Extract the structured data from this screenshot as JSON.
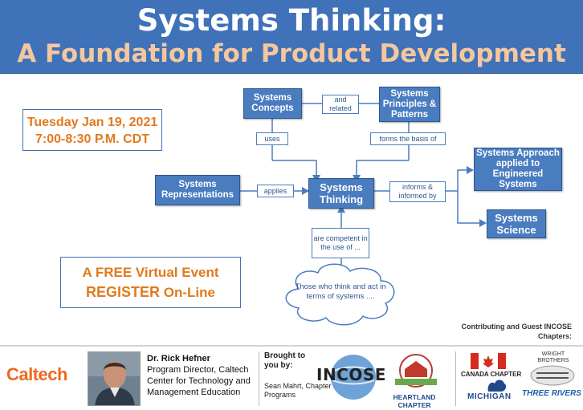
{
  "banner": {
    "title": "Systems Thinking:",
    "subtitle": "A Foundation for Product Development"
  },
  "date": {
    "line1": "Tuesday Jan 19, 2021",
    "line2": "7:00-8:30 P.M. CDT"
  },
  "event": {
    "line1": "A FREE Virtual Event",
    "line2_strong": "REGISTER",
    "line2_rest": " On-Line"
  },
  "diagram": {
    "nodes": {
      "concepts": "Systems Concepts",
      "principles": "Systems Principles & Patterns",
      "representations": "Systems Representations",
      "thinking": "Systems Thinking",
      "approach": "Systems Approach applied to Engineered Systems",
      "science": "Systems Science"
    },
    "edges": {
      "and_related": "and related",
      "uses": "uses",
      "forms_basis": "forms the basis of",
      "applies": "applies",
      "informs": "informs & informed by",
      "competent": "are competent in the use of ..."
    },
    "cloud": "Those who think and act in terms of systems ...."
  },
  "contributing": "Contributing and Guest INCOSE Chapters:",
  "footer": {
    "caltech": "Caltech",
    "speaker_name": "Dr. Rick Hefner",
    "speaker_title": "Program Director, Caltech Center for Technology and Management Education",
    "brought_by": "Brought to you by:",
    "chair": "Sean Mahrt, Chapter Programs",
    "incose": "INCOSE",
    "heartland": "HEARTLAND CHAPTER",
    "canada": "CANADA CHAPTER",
    "michigan": "MICHIGAN",
    "wright": "WRIGHT BROTHERS",
    "three": "THREE",
    "rivers": "RIVERS"
  },
  "colors": {
    "banner": "#3f72b8",
    "node": "#4a7cc0",
    "accent_orange": "#e07a1e",
    "subtitle_peach": "#f5c79e"
  }
}
